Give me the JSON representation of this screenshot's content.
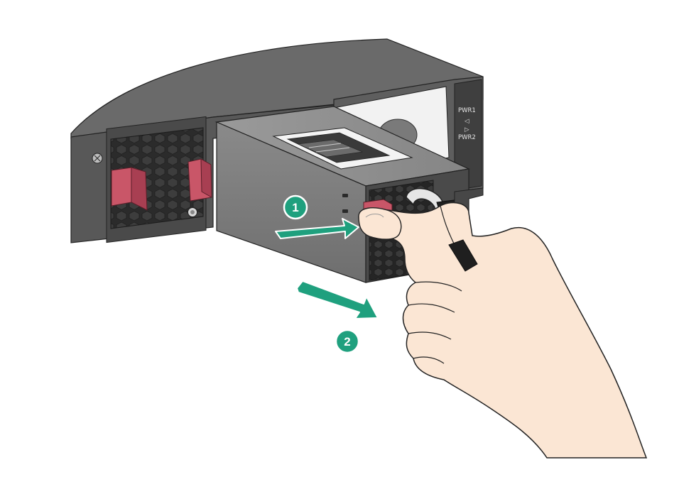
{
  "panel": {
    "label_top": "PWR1",
    "label_bottom": "PWR2",
    "arrow_left": "◁",
    "arrow_right": "▷"
  },
  "steps": [
    {
      "number": "1",
      "action": "press-latch"
    },
    {
      "number": "2",
      "action": "pull-out-module"
    }
  ],
  "colors": {
    "chassis": "#5b5b5b",
    "chassis_top": "#6a6a6a",
    "module": "#7d7d7d",
    "latch": "#c95668",
    "arrow": "#1fa07e",
    "skin": "#fbe6d4",
    "outline": "#222222"
  },
  "icons": [
    "screw-icon",
    "fan-grill-icon",
    "handle-icon",
    "arrow-icon"
  ]
}
